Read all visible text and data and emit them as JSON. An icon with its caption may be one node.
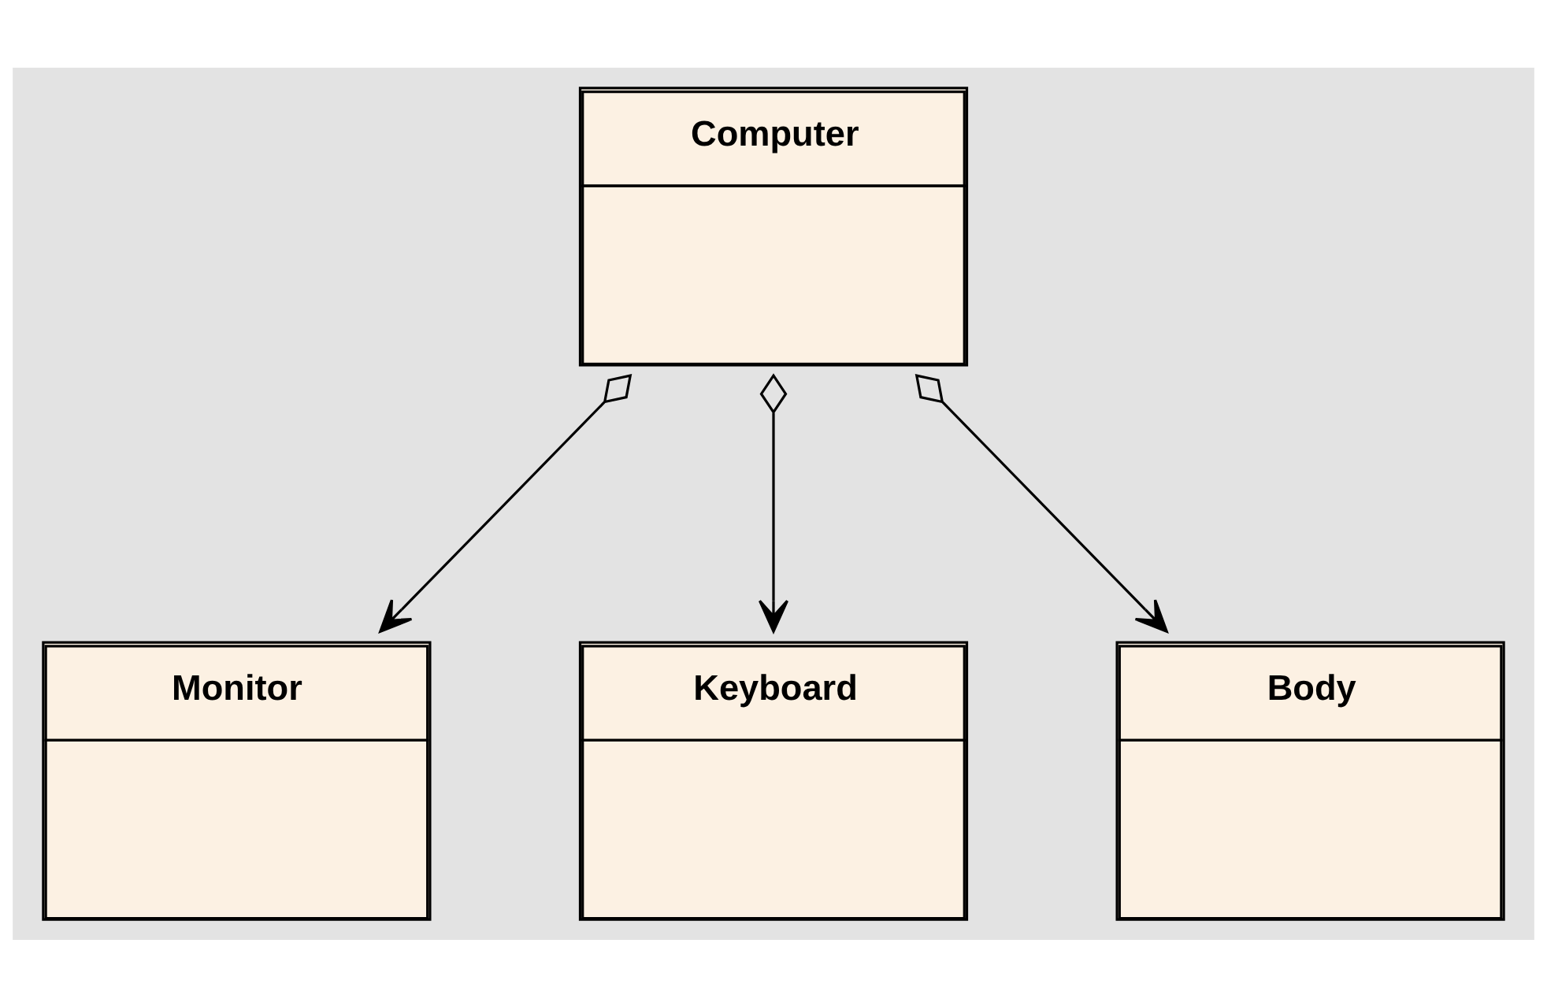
{
  "diagram": {
    "nodes": [
      {
        "text": [
          "Computer"
        ]
      },
      {
        "text": [
          "Monitor"
        ]
      },
      {
        "text": [
          "Keyboard"
        ]
      },
      {
        "text": [
          "Body"
        ]
      }
    ],
    "edges": [
      {
        "from": 0,
        "to": 1,
        "arrow": "to"
      },
      {
        "from": 0,
        "to": 2,
        "arrow": "to"
      },
      {
        "from": 0,
        "to": 3,
        "arrow": "to"
      }
    ]
  }
}
